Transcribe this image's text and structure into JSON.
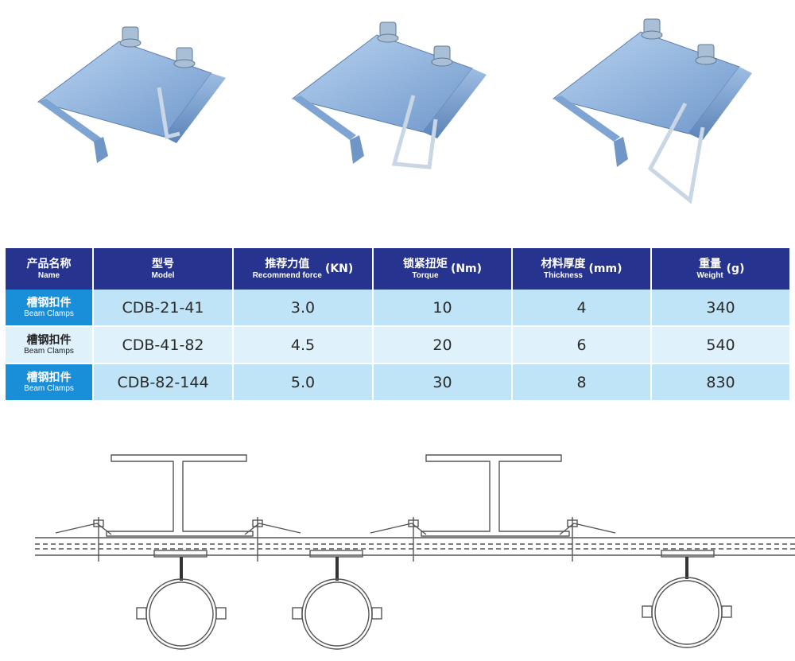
{
  "spec_table": {
    "headers": [
      {
        "cn": "产品名称",
        "en": "Name",
        "unit": ""
      },
      {
        "cn": "型号",
        "en": "Model",
        "unit": ""
      },
      {
        "cn": "推荐力值",
        "en": "Recommend force",
        "unit": "(KN)"
      },
      {
        "cn": "锁紧扭矩",
        "en": "Torque",
        "unit": "(Nm)"
      },
      {
        "cn": "材料厚度",
        "en": "Thickness",
        "unit": "(mm)"
      },
      {
        "cn": "重量",
        "en": "Weight",
        "unit": "(g)"
      }
    ],
    "rows": [
      {
        "name_cn": "槽钢扣件",
        "name_en": "Beam Clamps",
        "model": "CDB-21-41",
        "force": "3.0",
        "torque": "10",
        "thickness": "4",
        "weight": "340"
      },
      {
        "name_cn": "槽钢扣件",
        "name_en": "Beam Clamps",
        "model": "CDB-41-82",
        "force": "4.5",
        "torque": "20",
        "thickness": "6",
        "weight": "540"
      },
      {
        "name_cn": "槽钢扣件",
        "name_en": "Beam Clamps",
        "model": "CDB-82-144",
        "force": "5.0",
        "torque": "30",
        "thickness": "8",
        "weight": "830"
      }
    ]
  },
  "colors": {
    "header_bg": "#26338f",
    "row_dark": "#bfe3f7",
    "row_light": "#dff1fb",
    "name_cell_accent": "#1a8fd9",
    "product_metal": "#8fb6df",
    "diagram_line": "#555555"
  }
}
